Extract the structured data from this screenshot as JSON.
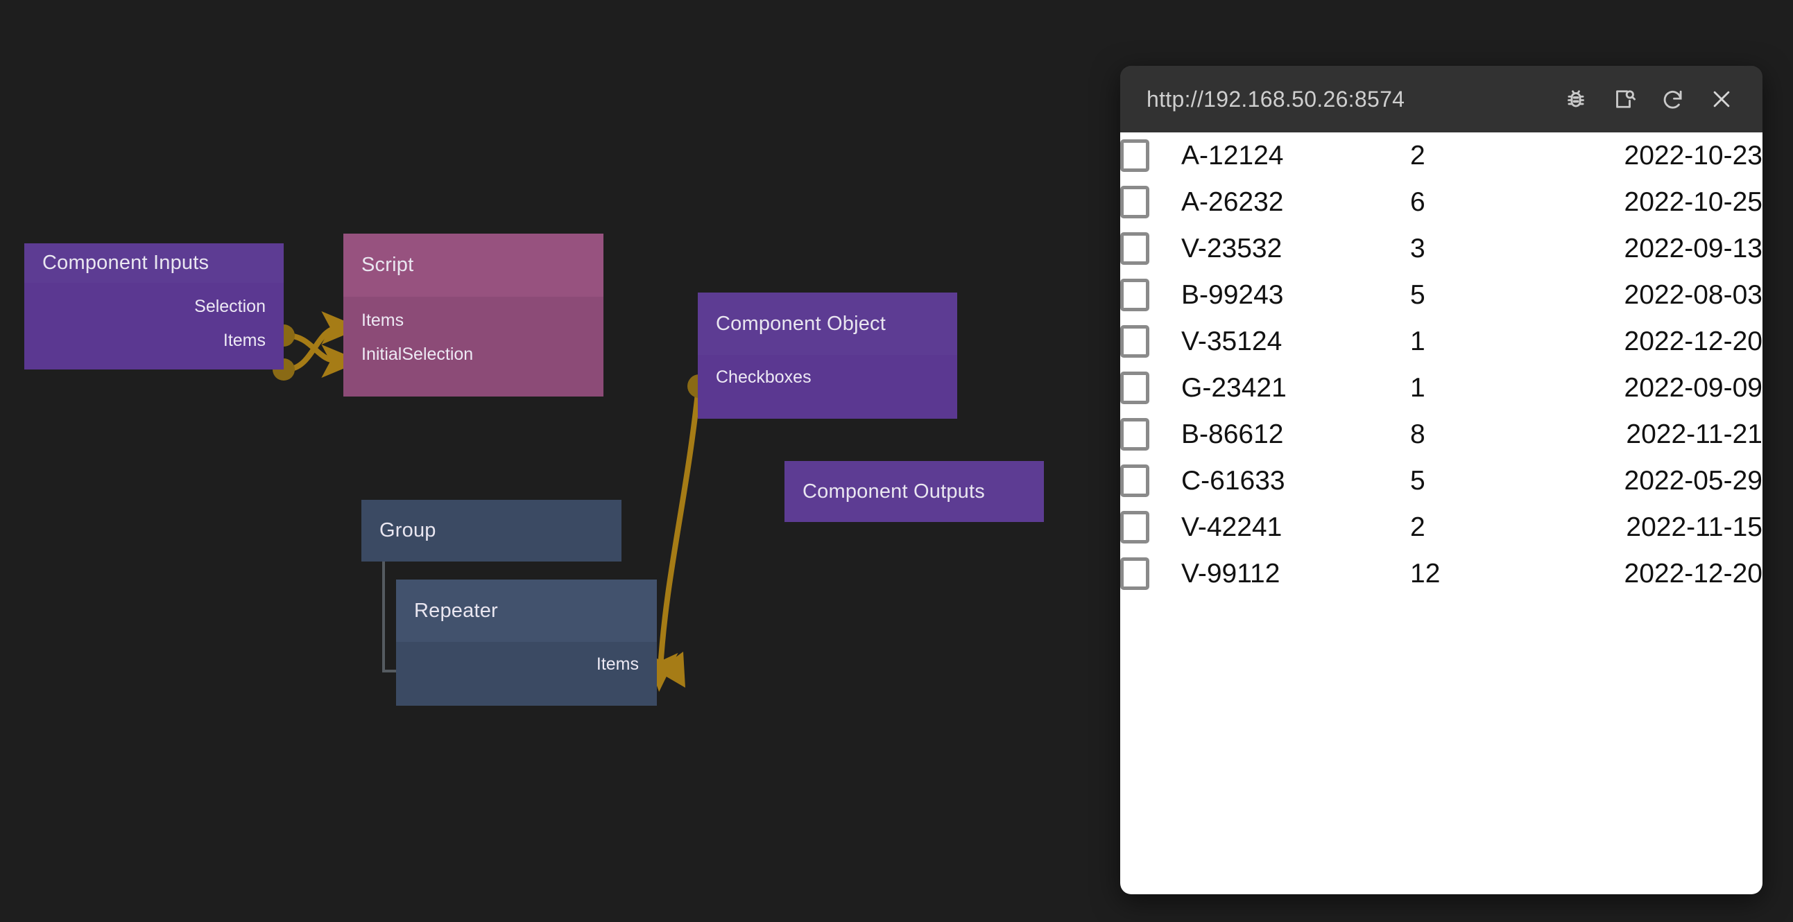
{
  "canvas": {
    "background_color": "#1e1e1e",
    "wire_color": "#a67c16",
    "nodes": [
      {
        "id": "component-inputs",
        "title": "Component Inputs",
        "accent_color": "#5b3891",
        "ports": [
          {
            "label": "Selection",
            "side": "right"
          },
          {
            "label": "Items",
            "side": "right"
          }
        ]
      },
      {
        "id": "script",
        "title": "Script",
        "accent_color": "#8c4b77",
        "ports": [
          {
            "label": "Items",
            "side": "left"
          },
          {
            "label": "InitialSelection",
            "side": "left"
          }
        ]
      },
      {
        "id": "component-object",
        "title": "Component Object",
        "accent_color": "#5b3891",
        "ports": [
          {
            "label": "Checkboxes",
            "side": "left"
          }
        ]
      },
      {
        "id": "component-outputs",
        "title": "Component Outputs",
        "accent_color": "#5b3891",
        "ports": []
      },
      {
        "id": "group",
        "title": "Group",
        "accent_color": "#3b4a63",
        "ports": []
      },
      {
        "id": "repeater",
        "title": "Repeater",
        "accent_color": "#3b4a63",
        "ports": [
          {
            "label": "Items",
            "side": "right"
          }
        ]
      }
    ],
    "connections": [
      {
        "from": "component-inputs.Selection",
        "to": "script.InitialSelection"
      },
      {
        "from": "component-inputs.Items",
        "to": "script.Items"
      },
      {
        "from": "component-object.Checkboxes",
        "to": "repeater.Items"
      }
    ]
  },
  "browser": {
    "url": "http://192.168.50.26:8574",
    "toolbar_icons": [
      {
        "name": "bug-icon",
        "label": "Debug"
      },
      {
        "name": "page-search-icon",
        "label": "Inspect Page"
      },
      {
        "name": "reload-icon",
        "label": "Reload"
      },
      {
        "name": "close-icon",
        "label": "Close"
      }
    ],
    "table": {
      "columns": [
        "select",
        "code",
        "quantity",
        "date"
      ],
      "rows": [
        {
          "checked": false,
          "code": "A-12124",
          "qty": "2",
          "date": "2022-10-23"
        },
        {
          "checked": false,
          "code": "A-26232",
          "qty": "6",
          "date": "2022-10-25"
        },
        {
          "checked": false,
          "code": "V-23532",
          "qty": "3",
          "date": "2022-09-13"
        },
        {
          "checked": false,
          "code": "B-99243",
          "qty": "5",
          "date": "2022-08-03"
        },
        {
          "checked": false,
          "code": "V-35124",
          "qty": "1",
          "date": "2022-12-20"
        },
        {
          "checked": false,
          "code": "G-23421",
          "qty": "1",
          "date": "2022-09-09"
        },
        {
          "checked": false,
          "code": "B-86612",
          "qty": "8",
          "date": "2022-11-21"
        },
        {
          "checked": false,
          "code": "C-61633",
          "qty": "5",
          "date": "2022-05-29"
        },
        {
          "checked": false,
          "code": "V-42241",
          "qty": "2",
          "date": "2022-11-15"
        },
        {
          "checked": false,
          "code": "V-99112",
          "qty": "12",
          "date": "2022-12-20"
        }
      ]
    }
  }
}
